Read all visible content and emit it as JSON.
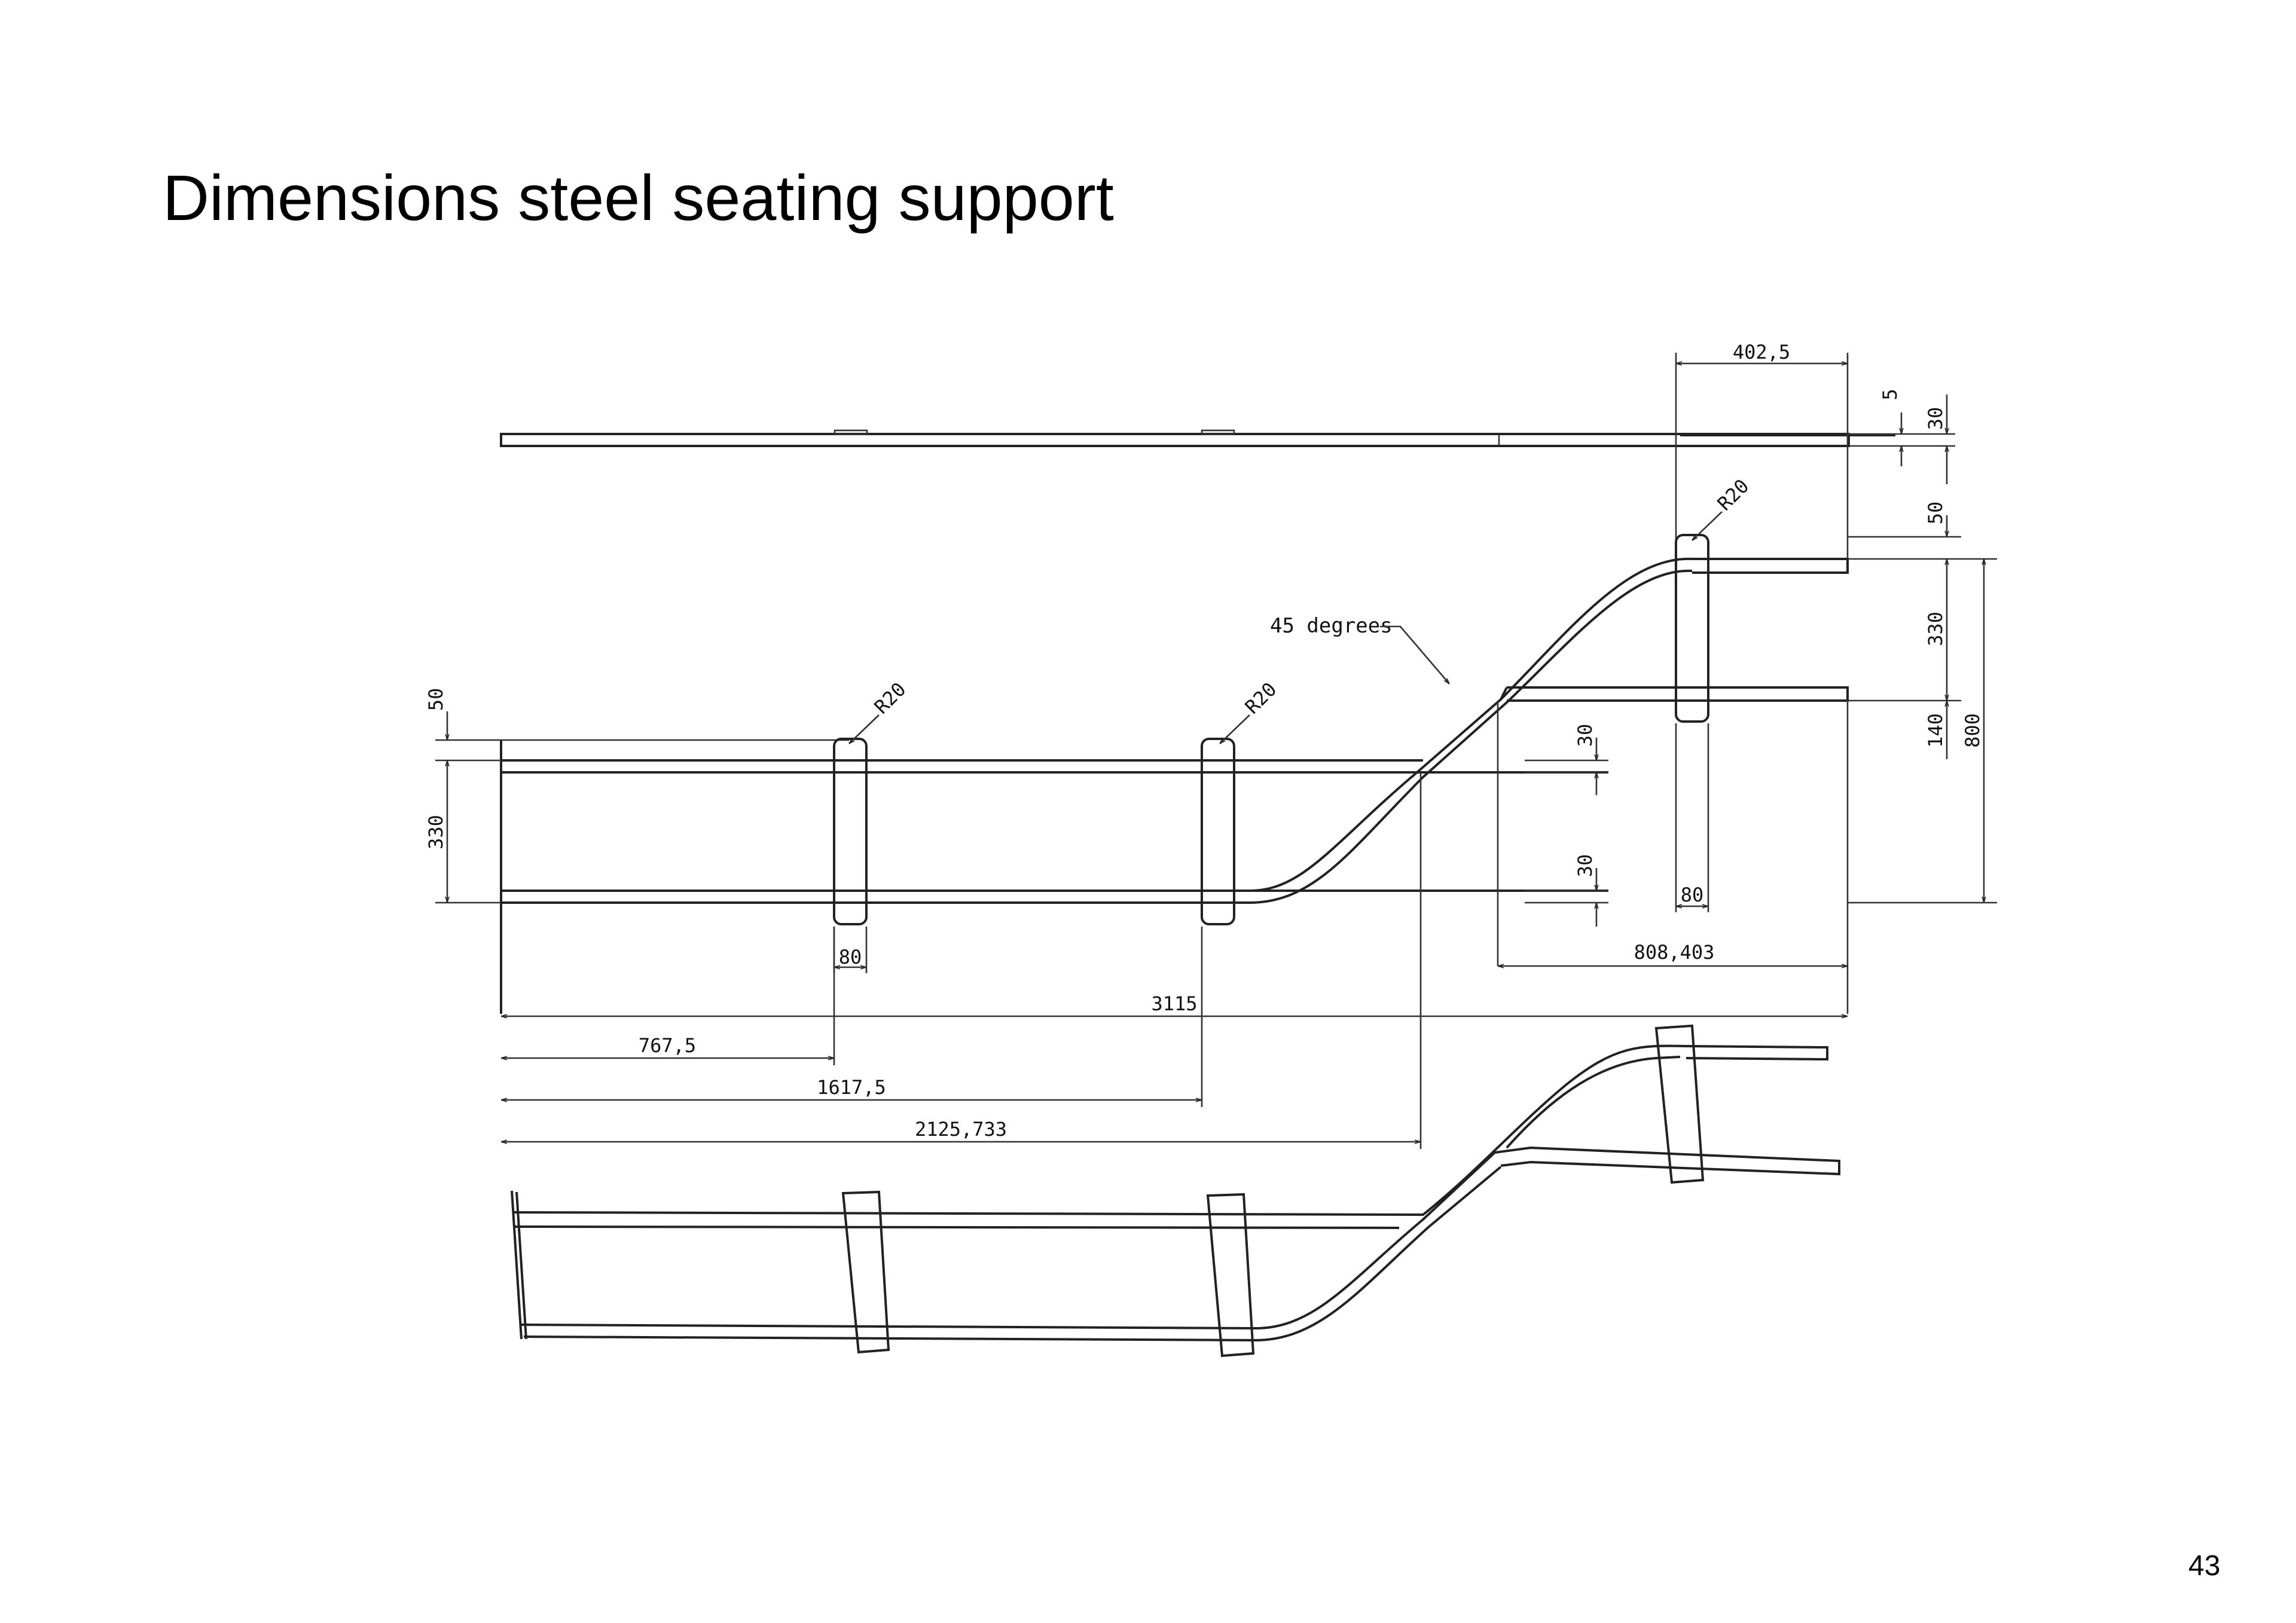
{
  "page": {
    "title": "Dimensions steel seating support",
    "number": "43"
  },
  "drawing": {
    "angle_label": "45 degrees",
    "dimensions": {
      "top_width": "402,5",
      "top_plate_small": "5",
      "top_plate_height": "30",
      "right_r20": "R20",
      "right_50": "50",
      "right_330": "330",
      "right_140": "140",
      "right_800": "800",
      "left_50": "50",
      "left_330": "330",
      "r20_a": "R20",
      "r20_b": "R20",
      "mid_30_a": "30",
      "mid_30_b": "30",
      "width_80_a": "80",
      "width_80_b": "80",
      "len_808": "808,403",
      "len_3115": "3115",
      "len_767": "767,5",
      "len_1617": "1617,5",
      "len_2125": "2125,733"
    }
  }
}
